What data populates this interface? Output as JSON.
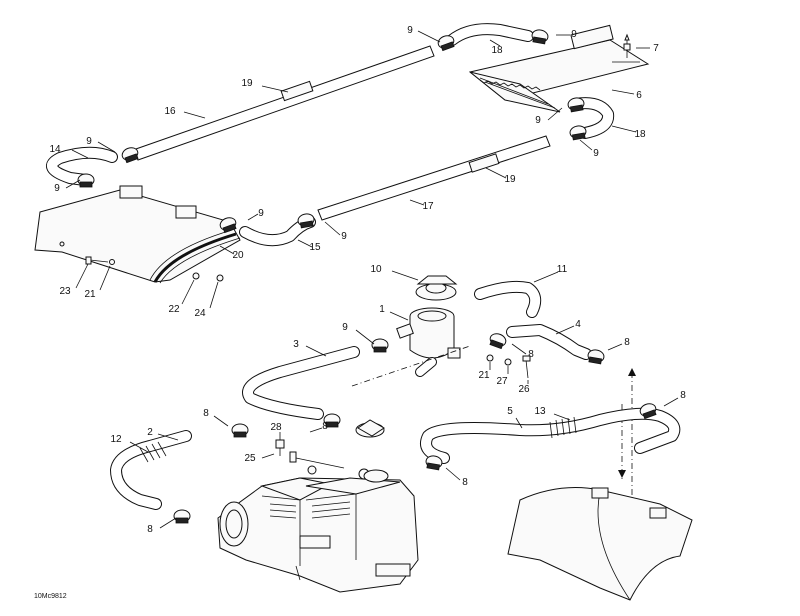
{
  "diagram": {
    "drawing_code": "10Mc9812",
    "callouts": [
      {
        "id": "c9a",
        "text": "9"
      },
      {
        "id": "c9b",
        "text": "9"
      },
      {
        "id": "c18a",
        "text": "18"
      },
      {
        "id": "c7",
        "text": "7"
      },
      {
        "id": "c19a",
        "text": "19"
      },
      {
        "id": "c6",
        "text": "6"
      },
      {
        "id": "c16",
        "text": "16"
      },
      {
        "id": "c9c",
        "text": "9"
      },
      {
        "id": "c18b",
        "text": "18"
      },
      {
        "id": "c9d",
        "text": "9"
      },
      {
        "id": "c9e",
        "text": "9"
      },
      {
        "id": "c14",
        "text": "14"
      },
      {
        "id": "c19b",
        "text": "19"
      },
      {
        "id": "c9f",
        "text": "9"
      },
      {
        "id": "c17",
        "text": "17"
      },
      {
        "id": "c9g",
        "text": "9"
      },
      {
        "id": "c9h",
        "text": "9"
      },
      {
        "id": "c15",
        "text": "15"
      },
      {
        "id": "c20",
        "text": "20"
      },
      {
        "id": "c10",
        "text": "10"
      },
      {
        "id": "c11",
        "text": "11"
      },
      {
        "id": "c23",
        "text": "23"
      },
      {
        "id": "c21a",
        "text": "21"
      },
      {
        "id": "c22",
        "text": "22"
      },
      {
        "id": "c24",
        "text": "24"
      },
      {
        "id": "c1",
        "text": "1"
      },
      {
        "id": "c4",
        "text": "4"
      },
      {
        "id": "c9i",
        "text": "9"
      },
      {
        "id": "c8a",
        "text": "8"
      },
      {
        "id": "c8b",
        "text": "8"
      },
      {
        "id": "c3",
        "text": "3"
      },
      {
        "id": "c21b",
        "text": "21"
      },
      {
        "id": "c27",
        "text": "27"
      },
      {
        "id": "c26",
        "text": "26"
      },
      {
        "id": "c8c",
        "text": "8"
      },
      {
        "id": "c5",
        "text": "5"
      },
      {
        "id": "c13",
        "text": "13"
      },
      {
        "id": "c8d",
        "text": "8"
      },
      {
        "id": "c28",
        "text": "28"
      },
      {
        "id": "c8e",
        "text": "8"
      },
      {
        "id": "c2",
        "text": "2"
      },
      {
        "id": "c12",
        "text": "12"
      },
      {
        "id": "c25",
        "text": "25"
      },
      {
        "id": "c8f",
        "text": "8"
      },
      {
        "id": "c8g",
        "text": "8"
      }
    ]
  }
}
